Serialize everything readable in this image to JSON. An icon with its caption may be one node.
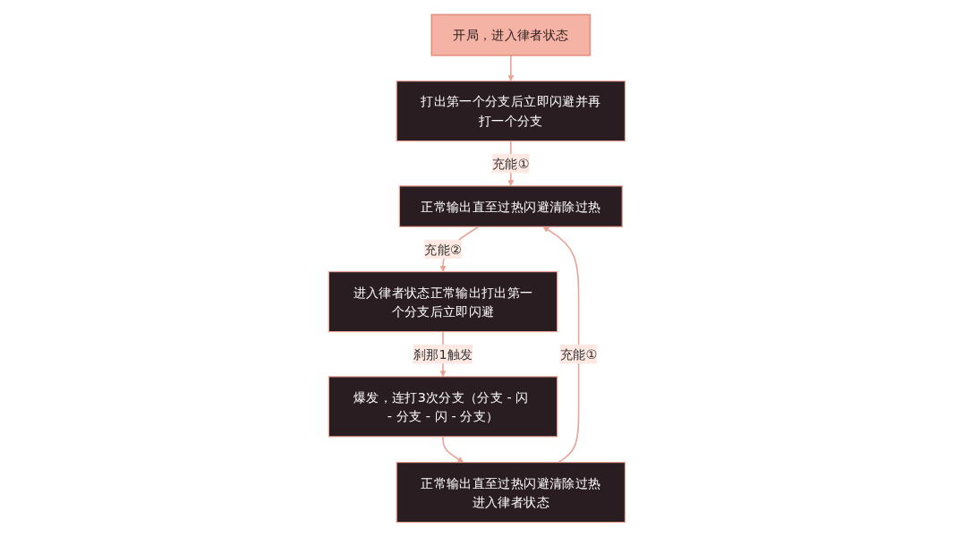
{
  "diagram": {
    "nodes": [
      {
        "text": [
          "开局，进入律者状态"
        ]
      },
      {
        "text": [
          "打出第一个分支后立即闪避并再打一个分支"
        ]
      },
      {
        "text": [
          "正常输出直至过热闪避清除过热"
        ]
      },
      {
        "text": [
          "进入律者状态正常输出打出第一个分支后立即闪避"
        ]
      },
      {
        "text": [
          "爆发，连打3次分支（分支 - 闪 - 分支 - 闪 - 分支）"
        ]
      },
      {
        "text": [
          "正常输出直至过热闪避清除过热进入律者状态"
        ]
      }
    ],
    "edges": [
      {
        "from": 0,
        "to": 1,
        "arrow": "to"
      },
      {
        "from": 1,
        "to": 2,
        "arrow": "to",
        "label": "充能①"
      },
      {
        "from": 2,
        "to": 3,
        "arrow": "to",
        "label": "充能②"
      },
      {
        "from": 3,
        "to": 4,
        "arrow": "to",
        "label": "刹那1触发"
      },
      {
        "from": 4,
        "to": 5,
        "arrow": "to"
      },
      {
        "from": 5,
        "to": 2,
        "arrow": "to",
        "label": "充能①"
      }
    ]
  }
}
